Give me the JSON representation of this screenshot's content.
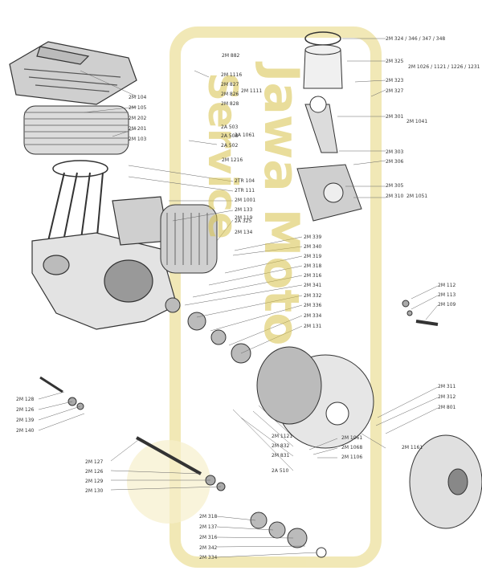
{
  "watermark": {
    "text": "Jawa Moto Service",
    "color": "#d8c24a"
  },
  "colors": {
    "ink": "#333333",
    "shade": "#777777",
    "accent_light": "#f3e9b0"
  },
  "labels": [
    "2M 882",
    "2M 324 / 346 / 347 / 348",
    "2M 325",
    "2M 1026 / 1121 / 1226 / 1231",
    "2M 323",
    "2M 327",
    "2M 104",
    "2M 105",
    "2M 202",
    "2M 201",
    "2M 103",
    "2M 1116",
    "2M 827",
    "2M 826",
    "2M 828",
    "2M 1111",
    "2A 503",
    "2A 508",
    "2A 502",
    "2A 1061",
    "2M 301",
    "2M 1041",
    "2M 303",
    "2M 306",
    "2M 1216",
    "2M 305",
    "2M 310",
    "2M 1051",
    "2TR 104",
    "2TR 111",
    "2M 1001",
    "2M 133",
    "2M 119",
    "2A 325",
    "2M 134",
    "2M 339",
    "2M 340",
    "2M 319",
    "2M 318",
    "2M 316",
    "2M 341",
    "2M 332",
    "2M 336",
    "2M 334",
    "2M 131",
    "2M 112",
    "2M 113",
    "2M 109",
    "2M 128",
    "2M 126",
    "2M 139",
    "2M 140",
    "2M 311",
    "2M 312",
    "2M 801",
    "2M 1121",
    "2M 832",
    "2M 831",
    "2A 510",
    "2M 1061",
    "2M 1068",
    "2M 1106",
    "2M 1161",
    "2M 127",
    "2M 126",
    "2M 129",
    "2M 130",
    "2M 318",
    "2M 137",
    "2M 316",
    "2M 342",
    "2M 334"
  ]
}
